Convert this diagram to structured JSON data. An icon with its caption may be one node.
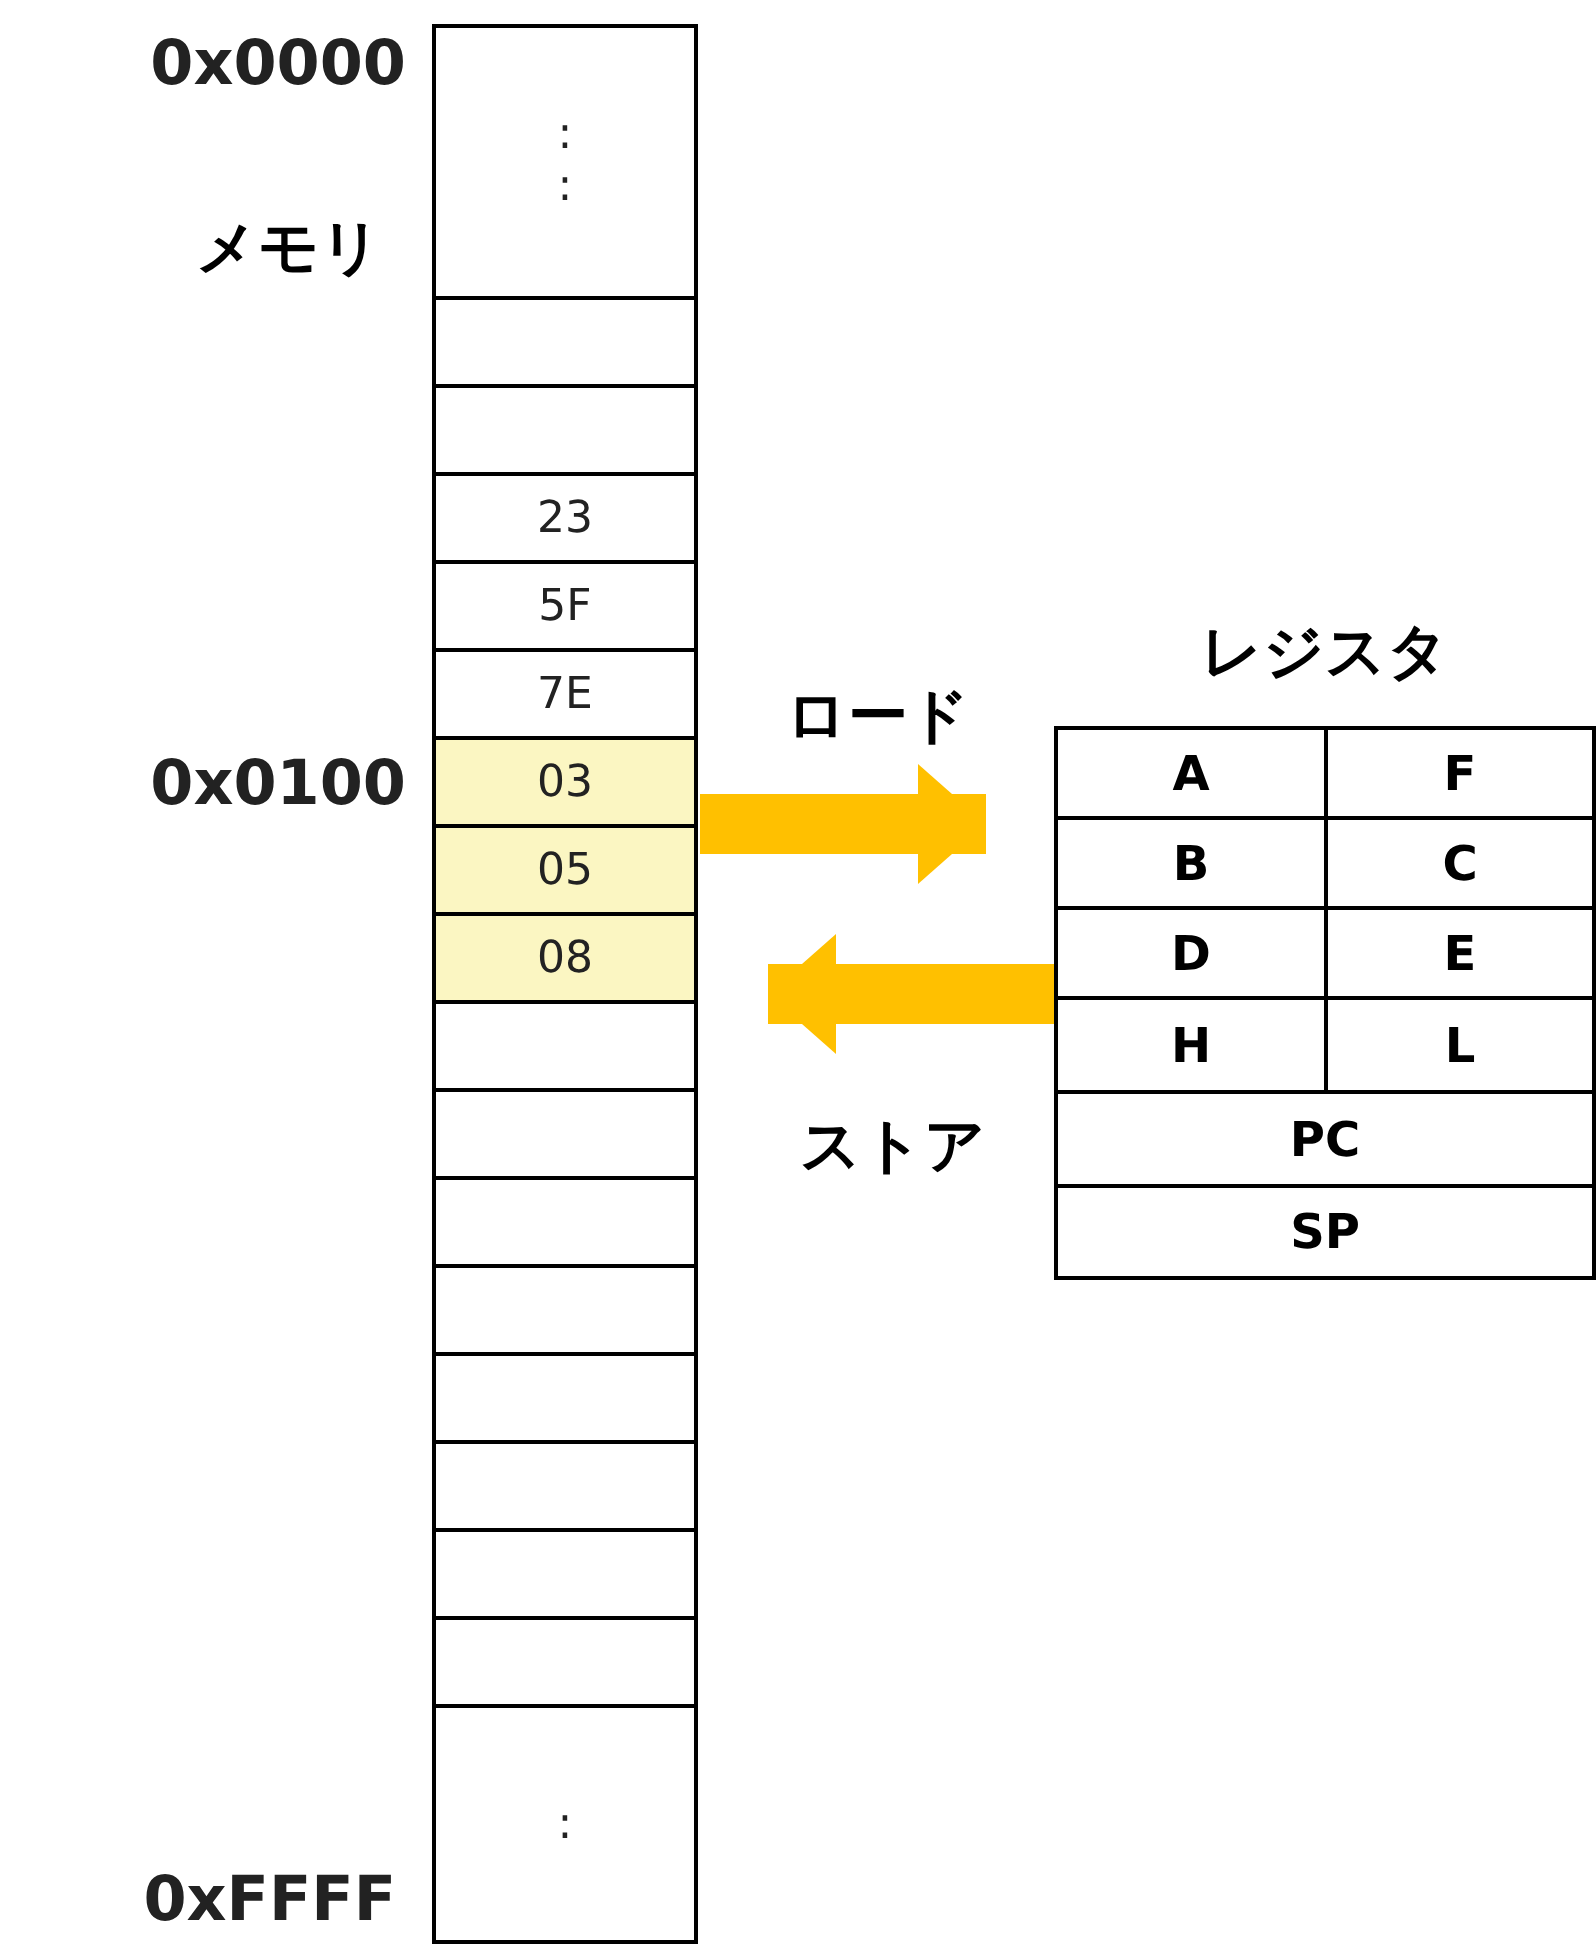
{
  "diagram": {
    "nodes": [
      {
        "text": [
          "メモリ"
        ]
      },
      {
        "text": [
          ":",
          ":"
        ],
        "in": 0,
        "beside": [
          "0x0000"
        ]
      },
      {
        "text": [],
        "shape": "box",
        "in": 0
      },
      {
        "text": [],
        "shape": "box",
        "in": 0
      },
      {
        "text": [
          "23"
        ],
        "in": 0
      },
      {
        "text": [
          "5F"
        ],
        "in": 0
      },
      {
        "text": [
          "7E"
        ],
        "in": 0
      },
      {
        "text": [
          "03"
        ],
        "in": 0,
        "beside": [
          "0x0100"
        ]
      },
      {
        "text": [
          "05"
        ],
        "in": 0
      },
      {
        "text": [
          "08"
        ],
        "in": 0
      },
      {
        "text": [],
        "shape": "box",
        "in": 0
      },
      {
        "text": [],
        "shape": "box",
        "in": 0
      },
      {
        "text": [],
        "shape": "box",
        "in": 0
      },
      {
        "text": [],
        "shape": "box",
        "in": 0
      },
      {
        "text": [],
        "shape": "box",
        "in": 0
      },
      {
        "text": [],
        "shape": "box",
        "in": 0
      },
      {
        "text": [],
        "shape": "box",
        "in": 0
      },
      {
        "text": [],
        "shape": "box",
        "in": 0
      },
      {
        "text": [
          ":"
        ],
        "in": 0,
        "beside": [
          "0xFFFF"
        ]
      },
      {
        "text": [
          "レジスタ"
        ]
      },
      {
        "text": [
          "A"
        ],
        "in": 19
      },
      {
        "text": [
          "F"
        ],
        "in": 19
      },
      {
        "text": [
          "B"
        ],
        "in": 19
      },
      {
        "text": [
          "C"
        ],
        "in": 19
      },
      {
        "text": [
          "D"
        ],
        "in": 19
      },
      {
        "text": [
          "E"
        ],
        "in": 19
      },
      {
        "text": [
          "H"
        ],
        "in": 19
      },
      {
        "text": [
          "L"
        ],
        "in": 19
      },
      {
        "text": [
          "PC"
        ],
        "in": 19
      },
      {
        "text": [
          "SP"
        ],
        "in": 19
      }
    ],
    "edges": [
      {
        "from": 0,
        "to": 19,
        "arrow": "to",
        "label": "ロード",
        "color": "#ffc000"
      },
      {
        "from": 19,
        "to": 0,
        "arrow": "to",
        "label": "ストア",
        "color": "#ffc000"
      }
    ]
  }
}
